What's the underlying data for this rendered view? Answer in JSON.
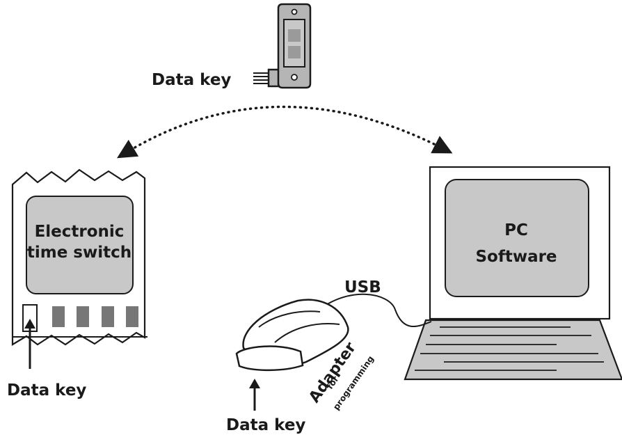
{
  "labels": {
    "data_key_top": "Data key",
    "data_key_switch": "Data key",
    "data_key_adapter": "Data key",
    "switch_line1": "Electronic",
    "switch_line2": "time switch",
    "pc_line1": "PC",
    "pc_line2": "Software",
    "usb": "USB",
    "adapter": "Adapter",
    "adapter_for": "for",
    "adapter_programming": "programming"
  },
  "colors": {
    "stroke": "#1a1a1a",
    "screen_fill": "#c8c8c8",
    "device_fill": "#9a9a9a",
    "key_fill": "#b5b5b5"
  }
}
